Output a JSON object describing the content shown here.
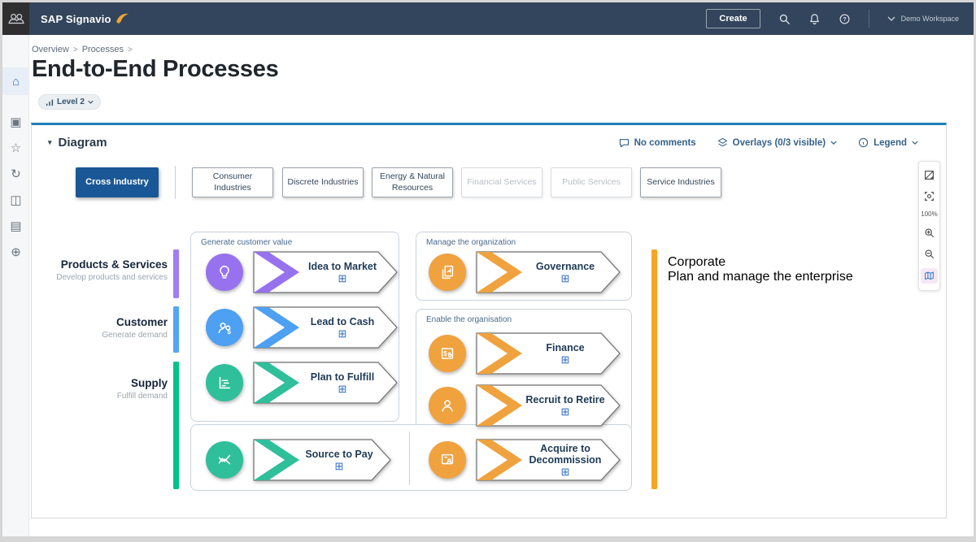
{
  "colors": {
    "topbar": "#32455c",
    "active_tab_blue": "#1a5796",
    "panel_top_border": "#1f7fb8",
    "link_blue": "#35618b",
    "process_purple": "#9672ef",
    "process_blue": "#4da0f2",
    "process_green": "#2fbf9b",
    "process_orange": "#f0a23e",
    "lane_purple": "#a07df2",
    "lane_blue": "#54a5f6",
    "lane_green": "#00c389",
    "lane_orange": "#f5a623"
  },
  "topbar": {
    "brand": "SAP Signavio",
    "create_label": "Create",
    "workspace_label": "Demo Workspace"
  },
  "sidebar": {
    "items": [
      "home",
      "processes",
      "favorites",
      "history",
      "share",
      "dictionary",
      "network"
    ]
  },
  "page": {
    "breadcrumb": [
      "Overview",
      "Processes"
    ],
    "title": "End-to-End Processes",
    "level_badge": "Level 2"
  },
  "panel": {
    "title": "Diagram",
    "comments": "No comments",
    "overlays": "Overlays (0/3 visible)",
    "legend": "Legend",
    "zoom_level": "100%"
  },
  "tabs": {
    "active": "Cross Industry",
    "items": [
      {
        "label": "Consumer Industries",
        "disabled": false
      },
      {
        "label": "Discrete Industries",
        "disabled": false
      },
      {
        "label": "Energy & Natural Resources",
        "disabled": false
      },
      {
        "label": "Financial Services",
        "disabled": true
      },
      {
        "label": "Public Services",
        "disabled": true
      },
      {
        "label": "Service Industries",
        "disabled": false
      }
    ]
  },
  "diagram": {
    "lanes": [
      {
        "label": "Products & Services",
        "sublabel": "Develop products and services",
        "color": "#a07df2"
      },
      {
        "label": "Customer",
        "sublabel": "Generate demand",
        "color": "#54a5f6"
      },
      {
        "label": "Supply",
        "sublabel": "Fulfill demand",
        "color": "#00c389"
      }
    ],
    "corporate": {
      "label": "Corporate",
      "sublabel": "Plan and manage the enterprise",
      "color": "#f5a623"
    },
    "groups": [
      {
        "label": "Generate customer value",
        "processes": [
          {
            "label": "Idea to Market",
            "color": "#9672ef",
            "icon": "bulb-icon"
          },
          {
            "label": "Lead to Cash",
            "color": "#4da0f2",
            "icon": "customers-money-icon"
          },
          {
            "label": "Plan to Fulfill",
            "color": "#2fbf9b",
            "icon": "gantt-icon"
          }
        ]
      },
      {
        "label": "Manage the organization",
        "processes": [
          {
            "label": "Governance",
            "color": "#f0a23e",
            "icon": "documents-icon"
          }
        ]
      },
      {
        "label": "Enable the organisation",
        "processes": [
          {
            "label": "Finance",
            "color": "#f0a23e",
            "icon": "finance-card-icon"
          },
          {
            "label": "Recruit to Retire",
            "color": "#f0a23e",
            "icon": "person-icon"
          }
        ]
      },
      {
        "label": "",
        "processes": [
          {
            "label": "Source to Pay",
            "color": "#2fbf9b",
            "icon": "zigzag-chart-icon"
          },
          {
            "label": "Acquire to Decommission",
            "color": "#f0a23e",
            "icon": "screen-person-icon"
          }
        ]
      }
    ]
  }
}
